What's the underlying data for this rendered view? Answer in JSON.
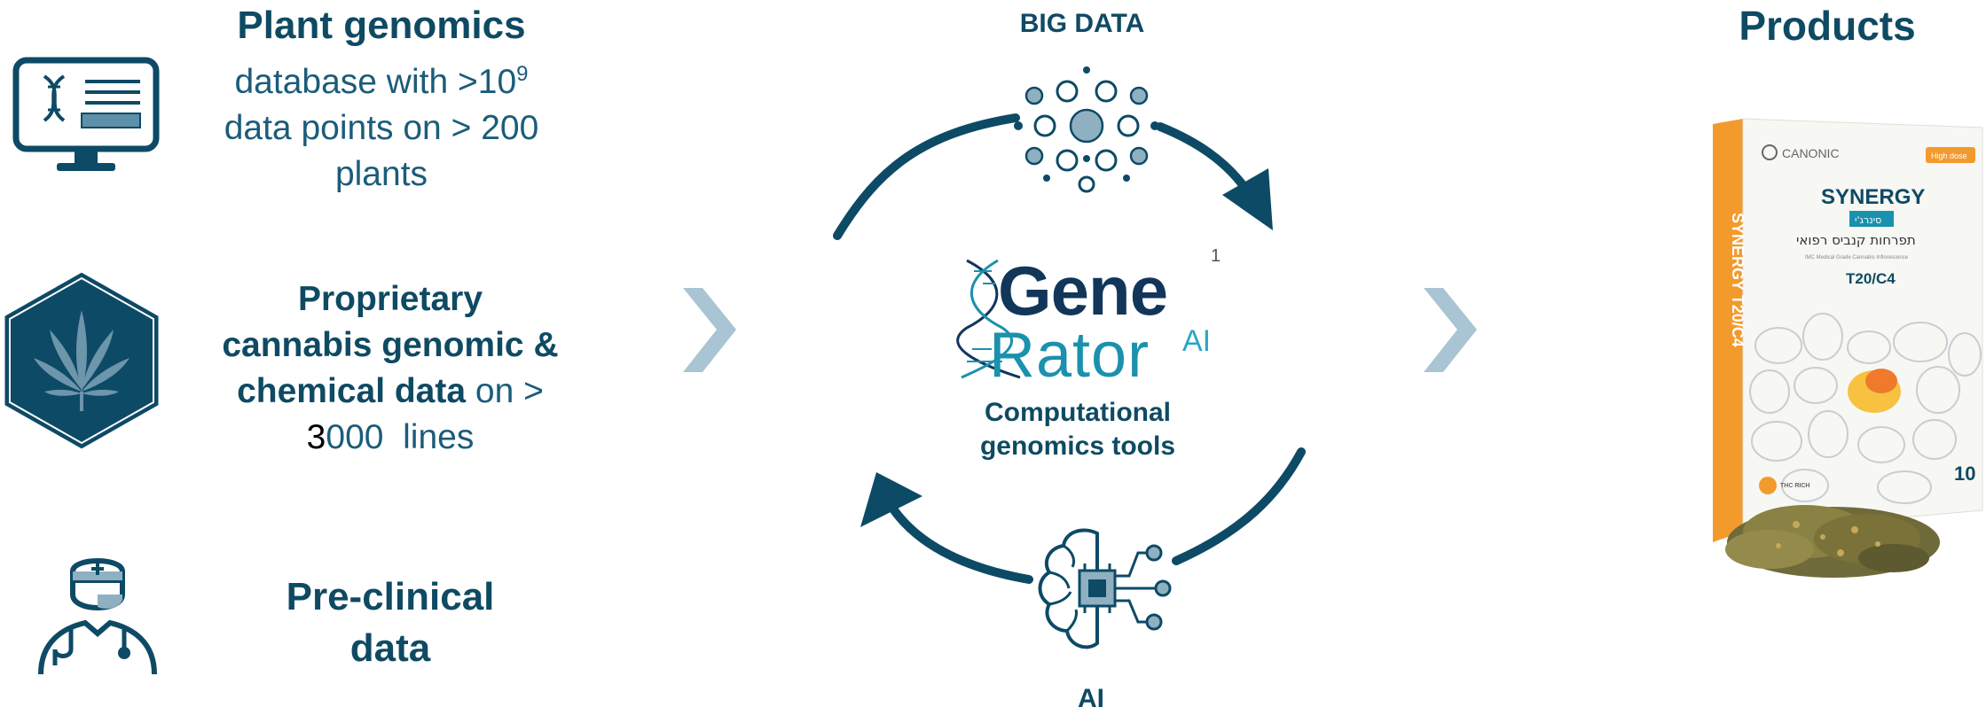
{
  "left": {
    "plant_genomics": {
      "title": "Plant genomics",
      "line1_prefix": "database with >10",
      "line1_superscript": "9",
      "line2": "data points on > 200",
      "line3": "plants"
    },
    "proprietary": {
      "line1_bold": "Proprietary",
      "line2_bold": "cannabis genomic &",
      "line3_bold": "chemical data",
      "line3_normal": " on >",
      "line4_digit": "3",
      "line4_rest": "000  lines"
    },
    "preclinical": {
      "line1": "Pre-clinical",
      "line2": "data"
    }
  },
  "center": {
    "big_data_label": "BIG DATA",
    "ai_label": "AI",
    "logo_gene": "Gene",
    "logo_rator": "Rator",
    "logo_ai": "AI",
    "footnote": "1",
    "computational_line1": "Computational",
    "computational_line2": "genomics tools"
  },
  "right": {
    "title": "Products",
    "package": {
      "brand": "CANONIC",
      "product_name": "SYNERGY",
      "product_sub": "סינרג'י",
      "hebrew_line": "תפרחות קנביס רפואי",
      "small_line": "IMC Medical Grade Cannabis Inflorescence",
      "strain_code": "T20/C4",
      "spine_text": "SYNERGY T20/C4",
      "weight": "10",
      "corner_badge": "High dose",
      "thc_badge": "THC RICH"
    }
  },
  "colors": {
    "primary_dark": "#0f4a63",
    "arrow": "#0d4a66",
    "chevron": "#a9c4d2",
    "accent_teal": "#1a91ad",
    "package_orange": "#f39a2c"
  },
  "icons": {
    "monitor": "dna-monitor-icon",
    "hexagon": "cannabis-leaf-hexagon-icon",
    "doctor": "doctor-icon",
    "big_data": "network-dots-icon",
    "ai": "brain-chip-icon",
    "chevrons": "chevron-right-icon"
  }
}
